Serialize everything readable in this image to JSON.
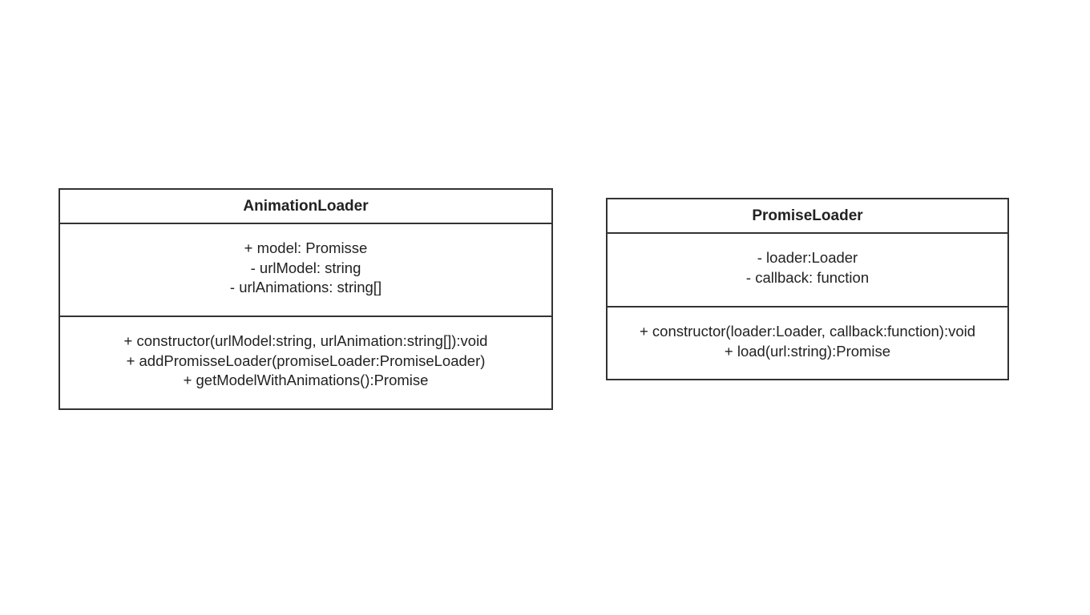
{
  "classes": [
    {
      "name": "AnimationLoader",
      "attributes": [
        "+ model: Promisse",
        "- urlModel: string",
        "- urlAnimations: string[]"
      ],
      "methods": [
        "+ constructor(urlModel:string, urlAnimation:string[]):void",
        "+ addPromisseLoader(promiseLoader:PromiseLoader)",
        "+ getModelWithAnimations():Promise"
      ]
    },
    {
      "name": "PromiseLoader",
      "attributes": [
        "- loader:Loader",
        "- callback: function"
      ],
      "methods": [
        "+ constructor(loader:Loader, callback:function):void",
        "+ load(url:string):Promise"
      ]
    }
  ],
  "colors": {
    "border": "#333333",
    "text": "#222222",
    "background": "#ffffff"
  }
}
